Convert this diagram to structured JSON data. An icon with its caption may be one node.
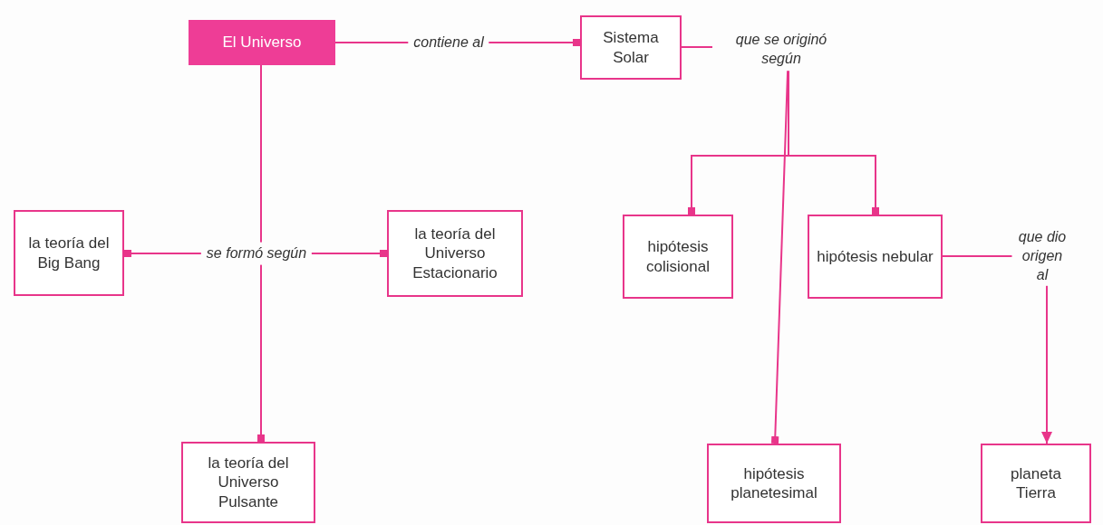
{
  "diagram": {
    "nodes": [
      {
        "text": [
          "El Universo"
        ]
      },
      {
        "text": [
          "Sistema Solar"
        ]
      },
      {
        "text": [
          "la teoría del Big Bang"
        ]
      },
      {
        "text": [
          "la teoría del Universo Estacionario"
        ]
      },
      {
        "text": [
          "la teoría del Universo Pulsante"
        ]
      },
      {
        "text": [
          "hipótesis colisional"
        ]
      },
      {
        "text": [
          "hipótesis nebular"
        ]
      },
      {
        "text": [
          "hipótesis planetesimal"
        ]
      },
      {
        "text": [
          "planeta Tierra"
        ]
      }
    ],
    "edges": [
      {
        "from": 0,
        "to": 1,
        "arrow": "other",
        "label": "contiene al"
      },
      {
        "from": 0,
        "to": 2,
        "arrow": "other",
        "label": "se formó según"
      },
      {
        "from": 0,
        "to": 3,
        "arrow": "other"
      },
      {
        "from": 0,
        "to": 4,
        "arrow": "other"
      },
      {
        "from": 1,
        "to": 5,
        "arrow": "other",
        "label": "que se originó según"
      },
      {
        "from": 1,
        "to": 6,
        "arrow": "other"
      },
      {
        "from": 1,
        "to": 7,
        "arrow": "other"
      },
      {
        "from": 6,
        "to": 8,
        "arrow": "to",
        "label": "que dio origen al"
      }
    ]
  }
}
